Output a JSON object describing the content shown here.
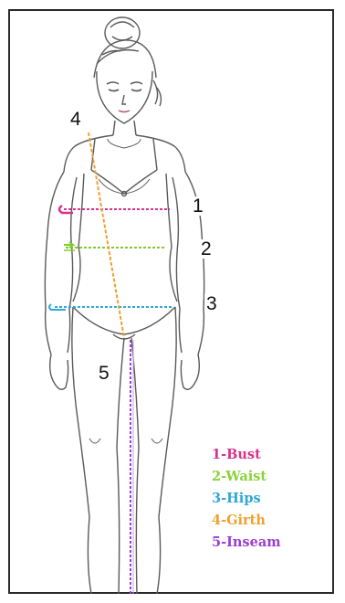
{
  "diagram": {
    "colors": {
      "outline": "#5a5a5a",
      "bust": "#d6338a",
      "waist": "#7fcc2a",
      "hips": "#2fa7d8",
      "girth": "#f0a030",
      "inseam": "#9b3fd1"
    },
    "markers": [
      {
        "id": "bust",
        "text": "1"
      },
      {
        "id": "waist",
        "text": "2"
      },
      {
        "id": "hips",
        "text": "3"
      },
      {
        "id": "girth",
        "text": "4"
      },
      {
        "id": "inseam",
        "text": "5"
      }
    ],
    "legend": [
      {
        "id": "bust",
        "text": "1-Bust"
      },
      {
        "id": "waist",
        "text": "2-Waist"
      },
      {
        "id": "hips",
        "text": "3-Hips"
      },
      {
        "id": "girth",
        "text": "4-Girth"
      },
      {
        "id": "inseam",
        "text": "5-Inseam"
      }
    ]
  }
}
